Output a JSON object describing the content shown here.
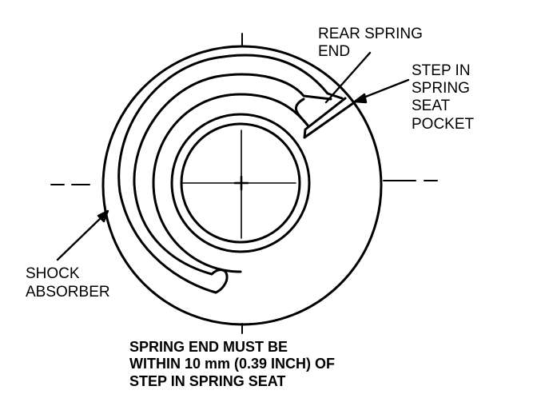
{
  "labels": {
    "rear_spring_end": [
      "REAR SPRING",
      "END"
    ],
    "step_in_spring_seat_pocket": [
      "STEP IN",
      "SPRING",
      "SEAT",
      "POCKET"
    ],
    "shock_absorber": [
      "SHOCK",
      "ABSORBER"
    ],
    "note": [
      "SPRING END MUST BE",
      "WITHIN 10 mm (0.39 INCH) OF",
      "STEP IN SPRING SEAT"
    ]
  },
  "colors": {
    "ink": "#000000",
    "paper": "#ffffff"
  }
}
